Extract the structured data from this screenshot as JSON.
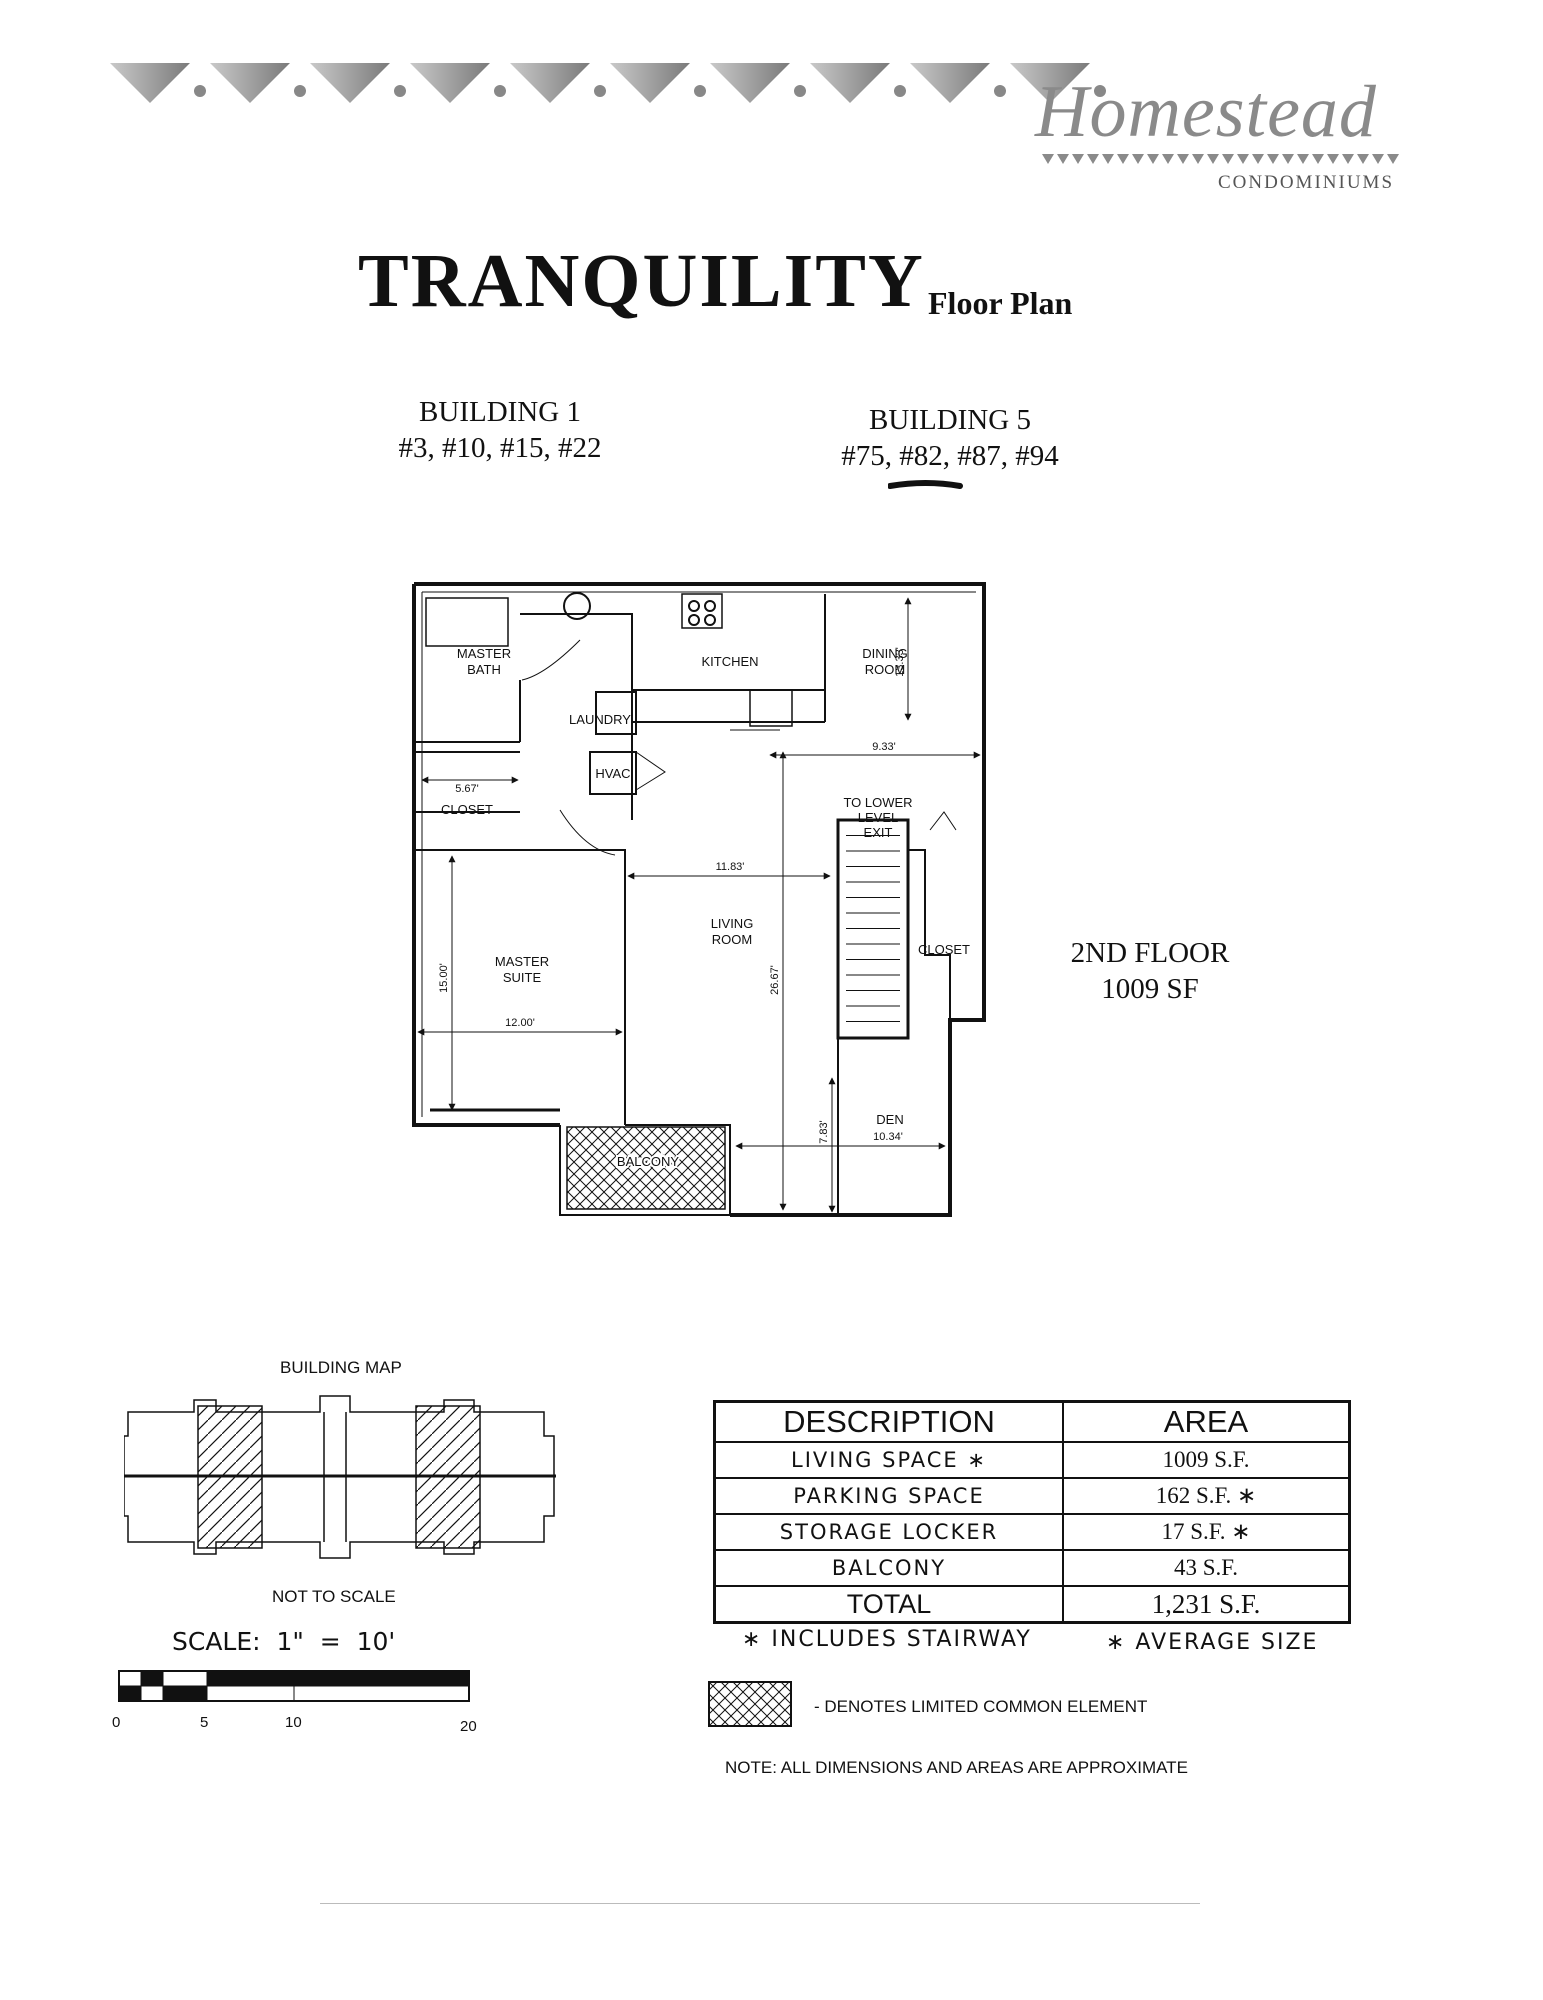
{
  "header": {
    "logo_word": "Homestead",
    "logo_sub": "CONDOMINIUMS"
  },
  "title": {
    "main": "TRANQUILITY",
    "sub": "Floor Plan"
  },
  "buildings": [
    {
      "name": "BUILDING 1",
      "units": "#3, #10, #15, #22"
    },
    {
      "name": "BUILDING 5",
      "units": "#75, #82, #87, #94"
    }
  ],
  "floor": {
    "level": "2ND FLOOR",
    "size": "1009 SF"
  },
  "plan": {
    "rooms": {
      "master_bath_1": "MASTER",
      "master_bath_2": "BATH",
      "kitchen": "KITCHEN",
      "dining_1": "DINING",
      "dining_2": "ROOM",
      "laundry": "LAUNDRY",
      "hvac": "HVAC",
      "closet_left": "CLOSET",
      "lower_1": "TO LOWER",
      "lower_2": "LEVEL",
      "lower_3": "EXIT",
      "living_1": "LIVING",
      "living_2": "ROOM",
      "suite_1": "MASTER",
      "suite_2": "SUITE",
      "closet_right": "CLOSET",
      "den": "DEN",
      "balcony": "BALCONY"
    },
    "dims": {
      "dining_h": "13.33'",
      "dining_w": "9.33'",
      "closet_w": "5.67'",
      "living_w": "11.83'",
      "living_h": "26.67'",
      "suite_h": "15.00'",
      "suite_w": "12.00'",
      "den_h": "7.83'",
      "den_w": "10.34'"
    }
  },
  "building_map": {
    "title": "BUILDING MAP",
    "note": "NOT TO SCALE"
  },
  "scale": {
    "label": "SCALE:  1\"  =  10'",
    "ticks": [
      "0",
      "5",
      "10",
      "20"
    ]
  },
  "area_table": {
    "headers": [
      "DESCRIPTION",
      "AREA"
    ],
    "rows": [
      {
        "desc": "LIVING SPACE ∗",
        "area": "1009  S.F."
      },
      {
        "desc": "PARKING SPACE",
        "area": "162  S.F.  ∗"
      },
      {
        "desc": "STORAGE LOCKER",
        "area": "17  S.F.  ∗"
      },
      {
        "desc": "BALCONY",
        "area": "43  S.F."
      }
    ],
    "total": {
      "desc": "TOTAL",
      "area": "1,231 S.F."
    }
  },
  "footnotes": {
    "stairway": "∗ INCLUDES STAIRWAY",
    "average": "∗ AVERAGE SIZE",
    "legend": "- DENOTES LIMITED COMMON ELEMENT",
    "note": "NOTE: ALL DIMENSIONS AND AREAS ARE APPROXIMATE"
  },
  "colors": {
    "ink": "#111111",
    "banner_gray": "#8a8a8a"
  }
}
